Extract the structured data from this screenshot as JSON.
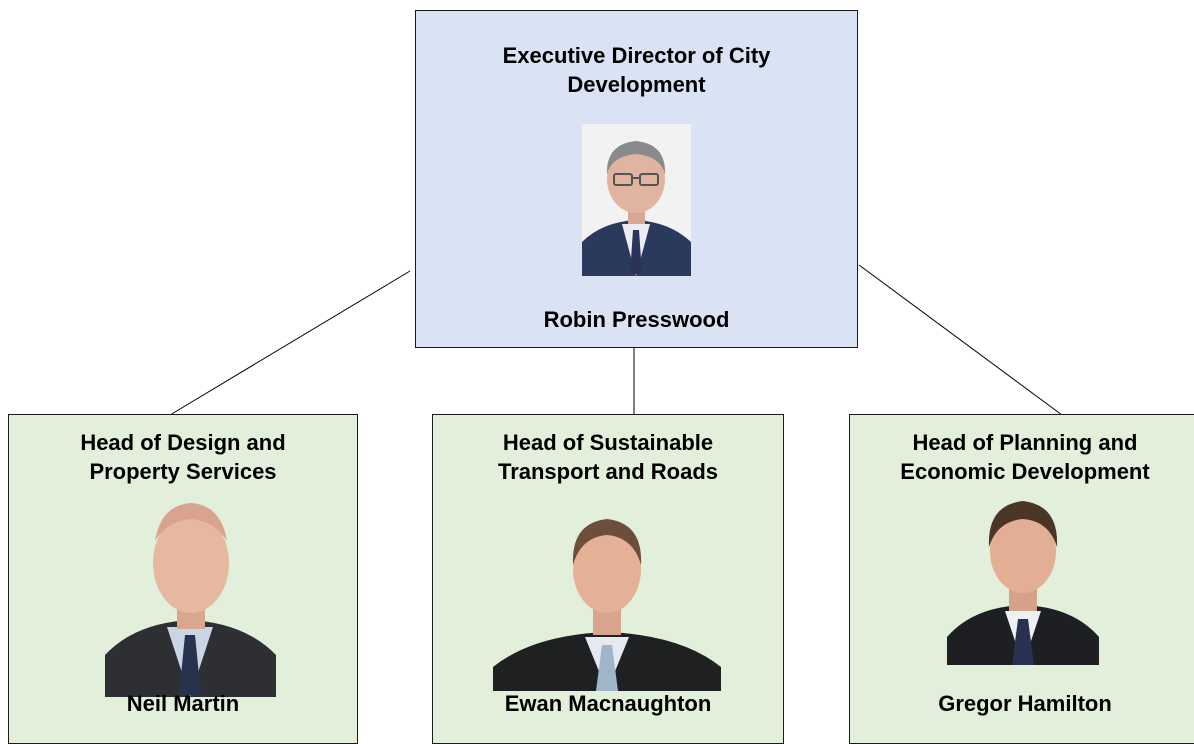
{
  "executive": {
    "role": "Executive Director of City Development",
    "name": "Robin Presswood",
    "photo_icon": "person-portrait-icon"
  },
  "heads": [
    {
      "role": "Head of Design and Property Services",
      "name": "Neil Martin",
      "photo_icon": "person-portrait-icon"
    },
    {
      "role": "Head of Sustainable Transport and Roads",
      "name": "Ewan Macnaughton",
      "photo_icon": "person-portrait-icon"
    },
    {
      "role": "Head of Planning and Economic Development",
      "name": "Gregor Hamilton",
      "photo_icon": "person-portrait-icon"
    }
  ],
  "colors": {
    "executive_fill": "#dae3f3",
    "head_fill": "#e2efda",
    "border": "#1a1a1a"
  }
}
